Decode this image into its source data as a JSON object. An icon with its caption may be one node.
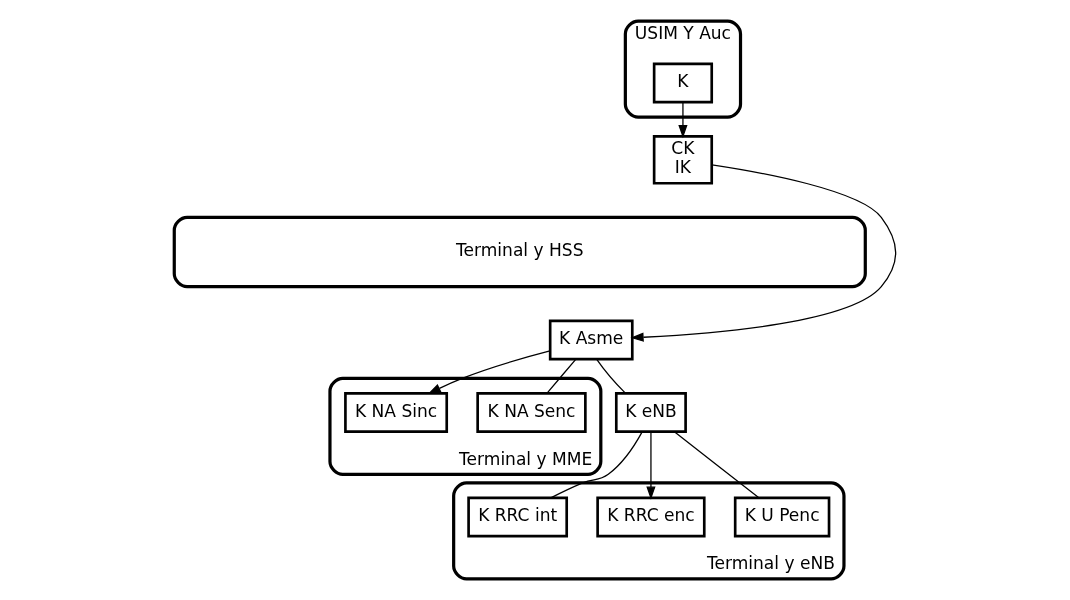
{
  "diagram": {
    "nodes": [
      {
        "text": [
          "USIM Y Auc"
        ]
      },
      {
        "text": [
          "K"
        ],
        "in": 0
      },
      {
        "text": [
          "CK",
          "IK"
        ]
      },
      {
        "text": [
          "Terminal y HSS"
        ]
      },
      {
        "text": [
          "K Asme"
        ]
      },
      {
        "text": [
          "Terminal y MME"
        ]
      },
      {
        "text": [
          "K NA Senc"
        ],
        "in": 5
      },
      {
        "text": [
          "K NA Sinc"
        ],
        "in": 5
      },
      {
        "text": [
          "K eNB"
        ]
      },
      {
        "text": [
          "Terminal y eNB"
        ]
      },
      {
        "text": [
          "K U Penc"
        ],
        "in": 9
      },
      {
        "text": [
          "K RRC enc"
        ],
        "in": 9
      },
      {
        "text": [
          "K RRC int"
        ],
        "in": 9
      }
    ],
    "edges": [
      {
        "from": 1,
        "to": 2,
        "arrow": "to"
      },
      {
        "from": 2,
        "to": 4,
        "arrow": "to"
      },
      {
        "from": 4,
        "to": 6,
        "arrow": "none"
      },
      {
        "from": 4,
        "to": 7,
        "arrow": "to"
      },
      {
        "from": 4,
        "to": 8,
        "arrow": "none"
      },
      {
        "from": 8,
        "to": 10,
        "arrow": "none"
      },
      {
        "from": 8,
        "to": 11,
        "arrow": "to"
      },
      {
        "from": 8,
        "to": 12,
        "arrow": "none"
      }
    ]
  }
}
